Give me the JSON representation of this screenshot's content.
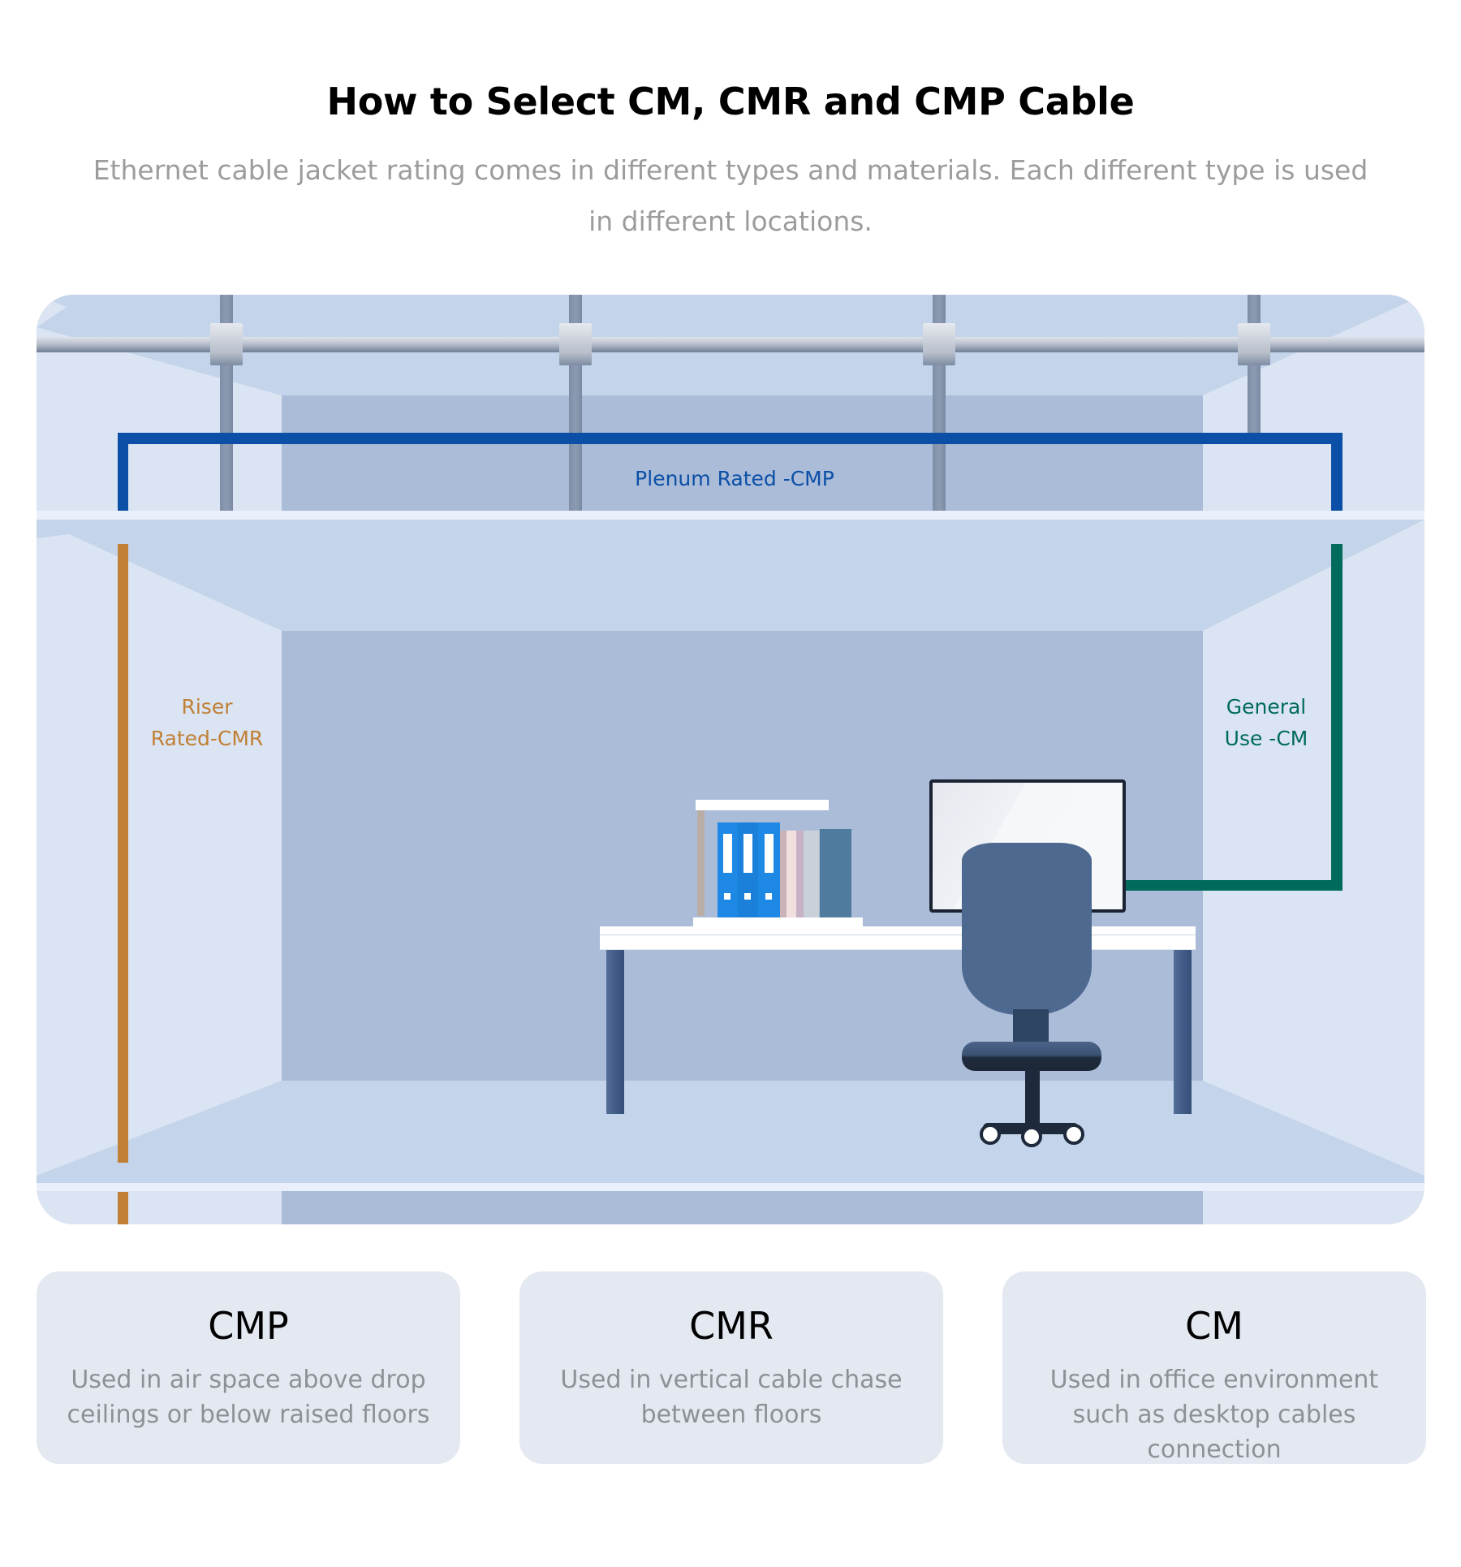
{
  "header": {
    "title": "How to Select CM, CMR and CMP Cable",
    "subtitle": "Ethernet cable jacket rating comes in different types and materials. Each different type is used in different locations."
  },
  "illustration": {
    "labels": {
      "plenum": "Plenum Rated -CMP",
      "riser_line1": "Riser",
      "riser_line2": "Rated-CMR",
      "general_line1": "General",
      "general_line2": "Use -CM"
    },
    "colors": {
      "plenum_cable": "#0b4fa6",
      "riser_cable": "#c08035",
      "general_cable": "#006b5c",
      "binders": "#1e88e5",
      "chair": "#4e6990"
    }
  },
  "cards": [
    {
      "title": "CMP",
      "description": "Used in air space above drop ceilings or below raised floors"
    },
    {
      "title": "CMR",
      "description": "Used in vertical cable chase between floors"
    },
    {
      "title": "CM",
      "description": "Used in office environment such as desktop cables connection"
    }
  ]
}
